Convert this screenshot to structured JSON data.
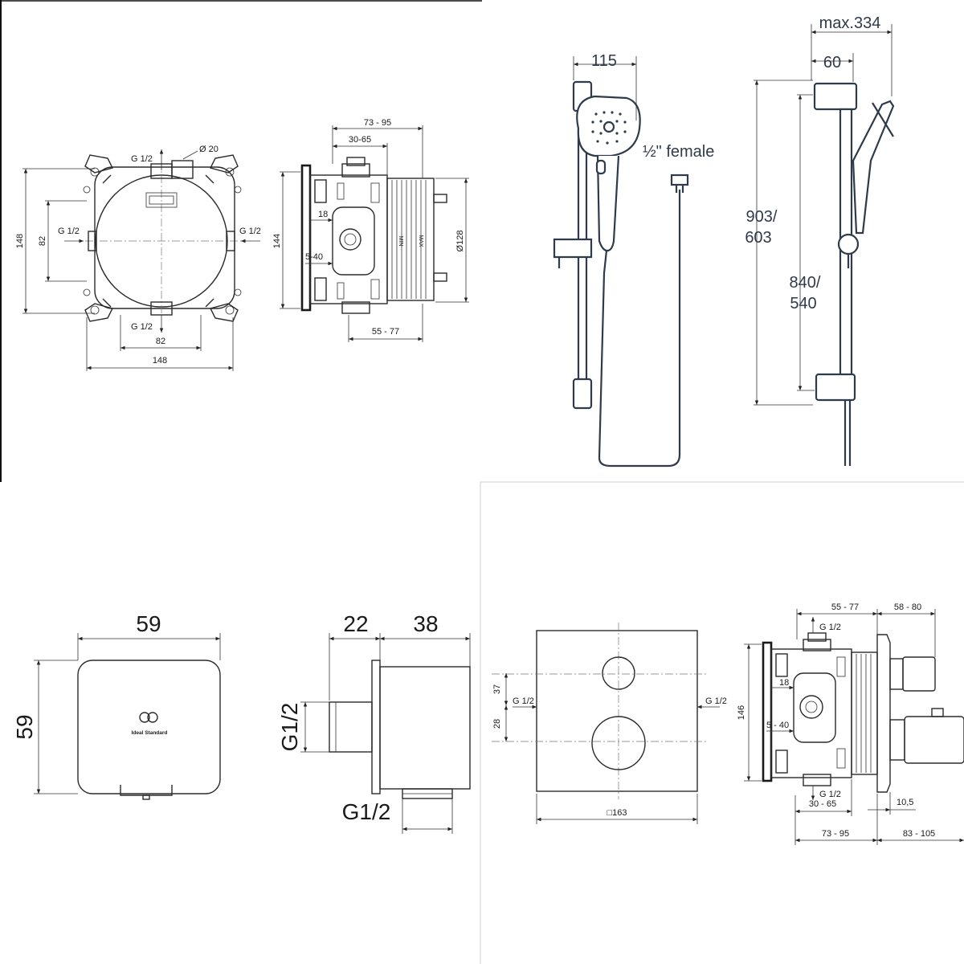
{
  "brand": {
    "name": "Ideal Standard"
  },
  "panel_body": {
    "dims": {
      "width_bottom": "148",
      "height_left": "148",
      "inner_height": "82",
      "inner_width": "82",
      "inlet_left": "G 1/2",
      "inlet_right": "G 1/2",
      "inlet_top": "G 1/2",
      "inlet_bottom": "G 1/2",
      "top_diameter": "Ø 20",
      "depth_range": "73 - 95",
      "depth_inner": "30-65",
      "offset_18": "18",
      "offset_5_40": "5-40",
      "side_height": "144",
      "diameter": "Ø128",
      "lower_range": "55 - 77",
      "min_mark": "MIN",
      "max_mark": "MAX"
    }
  },
  "panel_rail": {
    "dims": {
      "head_width": "115",
      "connector": "½\" female",
      "max_projection": "max.334",
      "bracket_depth": "60",
      "rail_height": "903/ 603",
      "fixing_distance": "840/ 540"
    }
  },
  "panel_outlet": {
    "dims": {
      "face_width": "59",
      "face_height": "59",
      "depth_22": "22",
      "depth_38": "38",
      "thread_side": "G1/2",
      "thread_bottom": "G1/2"
    }
  },
  "panel_valve": {
    "dims": {
      "plate_size": "□163",
      "upper_offset": "37",
      "lower_offset": "28",
      "inlet_left": "G 1/2",
      "inlet_right": "G 1/2",
      "range_55_77": "55 - 77",
      "range_58_80": "58 - 80",
      "inlet_top": "G 1/2",
      "offset_18": "18",
      "height_146": "146",
      "offset_5_40": "5 - 40",
      "inlet_bottom": "G 1/2",
      "gap_10_5": "10,5",
      "range_30_65": "30 - 65",
      "range_73_95": "73 - 95",
      "range_83_105": "83 - 105"
    }
  }
}
